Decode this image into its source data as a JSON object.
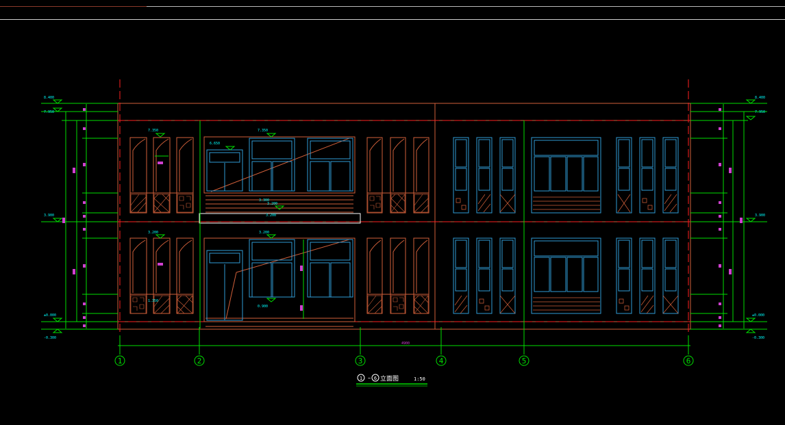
{
  "title": {
    "from_axis": "1",
    "to_axis": "6",
    "dash": "~",
    "label": "立面图",
    "scale": "1:50"
  },
  "axes": [
    "1",
    "2",
    "3",
    "4",
    "5",
    "6"
  ],
  "overall_dimension": "4900",
  "levels": {
    "roof_top": "8.400",
    "roof": "7.950",
    "second_floor": "3.900",
    "ground": "±0.000",
    "outdoor": "-0.300"
  },
  "window_marks": {
    "upper_left": "7.350",
    "upper_door": "6.650",
    "upper_mid": "7.350",
    "canopy_a": "3.300",
    "canopy_b": "3.200",
    "canopy_c": "3.200",
    "lower_left": "3.200",
    "lower_mid": "3.200",
    "lower_sill": "0.900",
    "lower_sill_b": "1.350"
  },
  "colors": {
    "background": "#000000",
    "dimension": "#00e000",
    "wall": "#d2603a",
    "axis_line": "#ff2020",
    "window_blue": "#2f9cd6",
    "text_cyan": "#00ffff",
    "white": "#ffffff"
  }
}
